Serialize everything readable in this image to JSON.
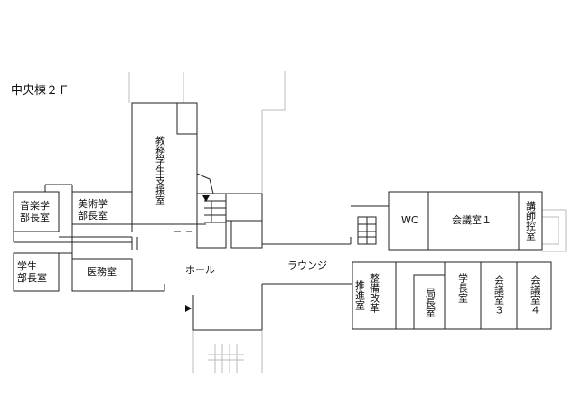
{
  "title": "中央棟２Ｆ",
  "rooms": {
    "music_dean": "音楽学部長室",
    "art_dean": "美術学部長室",
    "student_dean": "学生部長室",
    "medical": "医務室",
    "academic_support": "教務学生支援室",
    "hall": "ホール",
    "lounge": "ラウンジ",
    "wc": "WC",
    "meeting1": "会議室１",
    "lecturer_lounge": "講師控室",
    "reform_office": "整備改革推進室",
    "director": "局長室",
    "president": "学長室",
    "meeting3": "会議室３",
    "meeting4": "会議室４"
  },
  "colors": {
    "wall": "#222222",
    "ghost": "#bbbbbb",
    "background": "#ffffff"
  }
}
